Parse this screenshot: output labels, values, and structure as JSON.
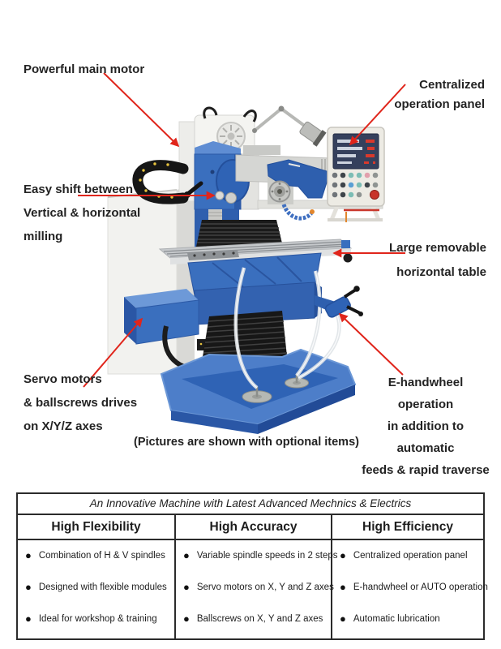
{
  "figure": {
    "caption": "(Pictures are shown with optional items)",
    "labels": {
      "main_motor": {
        "lines": [
          "Powerful main motor"
        ]
      },
      "operation_panel": {
        "lines": [
          "Centralized",
          "operation panel"
        ]
      },
      "easy_shift": {
        "lines": [
          "Easy shift between",
          "Vertical & horizontal",
          "milling"
        ]
      },
      "removable_table": {
        "lines": [
          "Large removable",
          "horizontal table"
        ]
      },
      "servo_motors": {
        "lines": [
          "Servo motors",
          "& ballscrews drives",
          "on X/Y/Z axes"
        ]
      },
      "e_handwheel": {
        "lines": [
          "E-handwheel operation",
          "in addition to automatic",
          "feeds & rapid traverse"
        ]
      }
    },
    "colors": {
      "arrow_red": "#e0251b",
      "machine_blue": "#3a6fbe",
      "machine_blue_dark": "#27519b",
      "bellows_black": "#171717",
      "table_grey": "#c6c9cc"
    }
  },
  "table": {
    "title": "An Innovative Machine with Latest Advanced Mechnics & Electrics",
    "bullet_glyph": "●",
    "columns": [
      {
        "header": "High Flexibility",
        "items": [
          "Combination of H & V spindles",
          "Designed with flexible modules",
          "Ideal for workshop & training"
        ]
      },
      {
        "header": "High Accuracy",
        "items": [
          "Variable spindle speeds in 2 steps",
          "Servo motors on X, Y and Z axes",
          "Ballscrews on X, Y and Z axes"
        ]
      },
      {
        "header": "High Efficiency",
        "items": [
          "Centralized operation panel",
          "E-handwheel or AUTO operation",
          "Automatic lubrication"
        ]
      }
    ]
  }
}
